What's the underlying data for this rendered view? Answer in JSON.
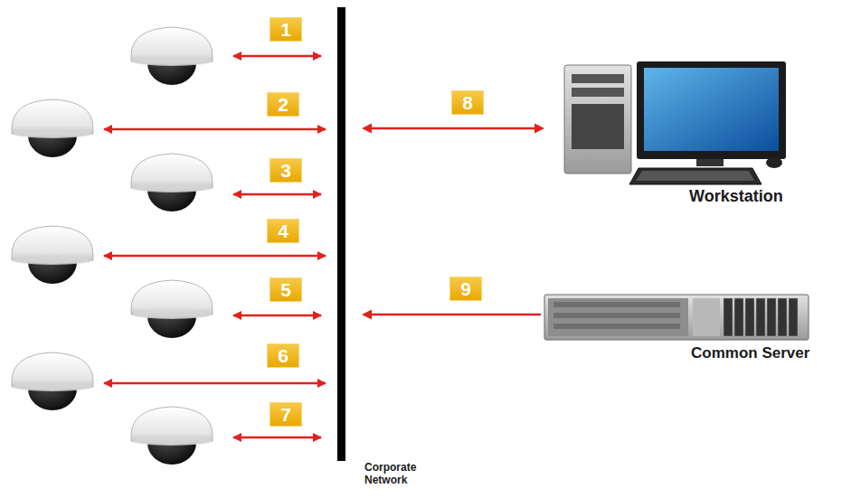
{
  "diagram": {
    "nodes": [
      {
        "text": [
          "Corporate Network"
        ]
      },
      {
        "text": [
          "Workstation"
        ]
      },
      {
        "text": [
          "Common Server"
        ]
      }
    ],
    "edges": [
      {
        "from": 0,
        "to": 1,
        "arrow": "both",
        "label": "8"
      },
      {
        "from": 2,
        "to": 0,
        "arrow": "to",
        "label": "9"
      }
    ],
    "labels": [
      "1",
      "2",
      "3",
      "4",
      "5",
      "6",
      "7"
    ]
  }
}
